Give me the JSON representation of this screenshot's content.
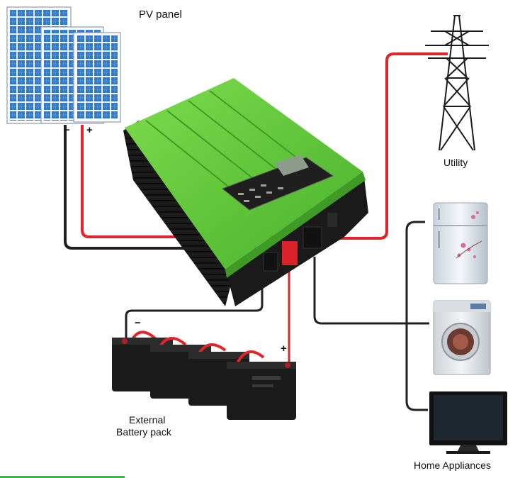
{
  "labels": {
    "pv_panel": "PV panel",
    "utility": "Utility",
    "battery_line1": "External",
    "battery_line2": "Battery pack",
    "home_appliances": "Home Appliances"
  },
  "polarity": {
    "pv_negative": "−",
    "pv_positive": "+",
    "battery_negative": "−",
    "battery_positive": "+"
  },
  "colors": {
    "inverter_green": "#5fc83a",
    "inverter_body": "#1c1c1c",
    "positive_cable": "#e0252b",
    "negative_cable": "#231f20",
    "pv_cell_blue": "#2f78c8",
    "terminal_red": "#d9222a",
    "footer_bar": "#2ec23b"
  },
  "icons": [
    "solar-panel-icon",
    "inverter-icon",
    "transmission-tower-icon",
    "battery-icon",
    "refrigerator-icon",
    "washing-machine-icon",
    "television-icon"
  ]
}
